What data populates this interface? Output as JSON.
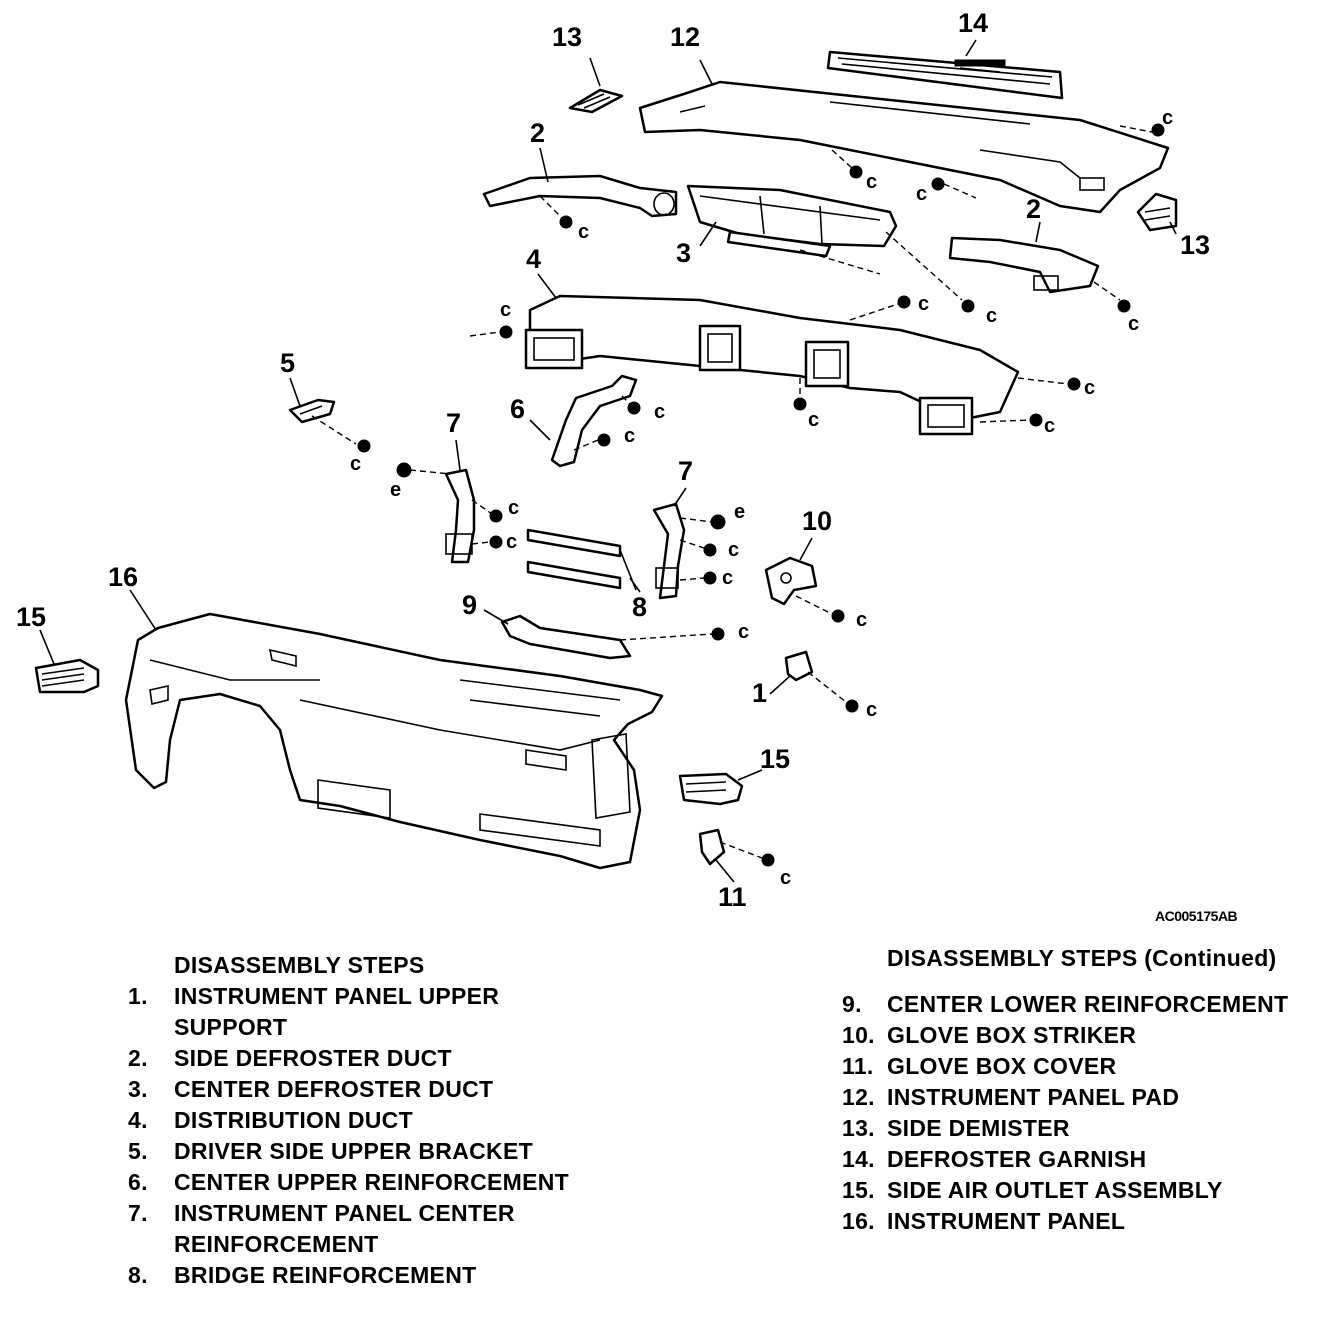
{
  "figure_id": "AC005175AB",
  "callouts": {
    "c1": "1",
    "c2a": "2",
    "c2b": "2",
    "c3": "3",
    "c4": "4",
    "c5": "5",
    "c6": "6",
    "c7a": "7",
    "c7b": "7",
    "c8": "8",
    "c9": "9",
    "c10": "10",
    "c11": "11",
    "c12": "12",
    "c13a": "13",
    "c13b": "13",
    "c14": "14",
    "c15a": "15",
    "c15b": "15",
    "c16": "16"
  },
  "fastener_c": "c",
  "fastener_e": "e",
  "steps_left": {
    "heading": "DISASSEMBLY STEPS",
    "items": [
      {
        "num": "1.",
        "text": "INSTRUMENT PANEL UPPER SUPPORT"
      },
      {
        "num": "2.",
        "text": "SIDE DEFROSTER DUCT"
      },
      {
        "num": "3.",
        "text": "CENTER DEFROSTER DUCT"
      },
      {
        "num": "4.",
        "text": "DISTRIBUTION DUCT"
      },
      {
        "num": "5.",
        "text": "DRIVER SIDE UPPER BRACKET"
      },
      {
        "num": "6.",
        "text": "CENTER UPPER REINFORCEMENT"
      },
      {
        "num": "7.",
        "text": "INSTRUMENT PANEL CENTER REINFORCEMENT"
      },
      {
        "num": "8.",
        "text": "BRIDGE REINFORCEMENT"
      }
    ]
  },
  "steps_right": {
    "heading": "DISASSEMBLY STEPS (Continued)",
    "items": [
      {
        "num": "9.",
        "text": "CENTER LOWER REINFORCEMENT"
      },
      {
        "num": "10.",
        "text": "GLOVE BOX STRIKER"
      },
      {
        "num": "11.",
        "text": "GLOVE BOX COVER"
      },
      {
        "num": "12.",
        "text": "INSTRUMENT PANEL PAD"
      },
      {
        "num": "13.",
        "text": "SIDE DEMISTER"
      },
      {
        "num": "14.",
        "text": "DEFROSTER GARNISH"
      },
      {
        "num": "15.",
        "text": "SIDE AIR OUTLET ASSEMBLY"
      },
      {
        "num": "16.",
        "text": "INSTRUMENT PANEL"
      }
    ]
  }
}
